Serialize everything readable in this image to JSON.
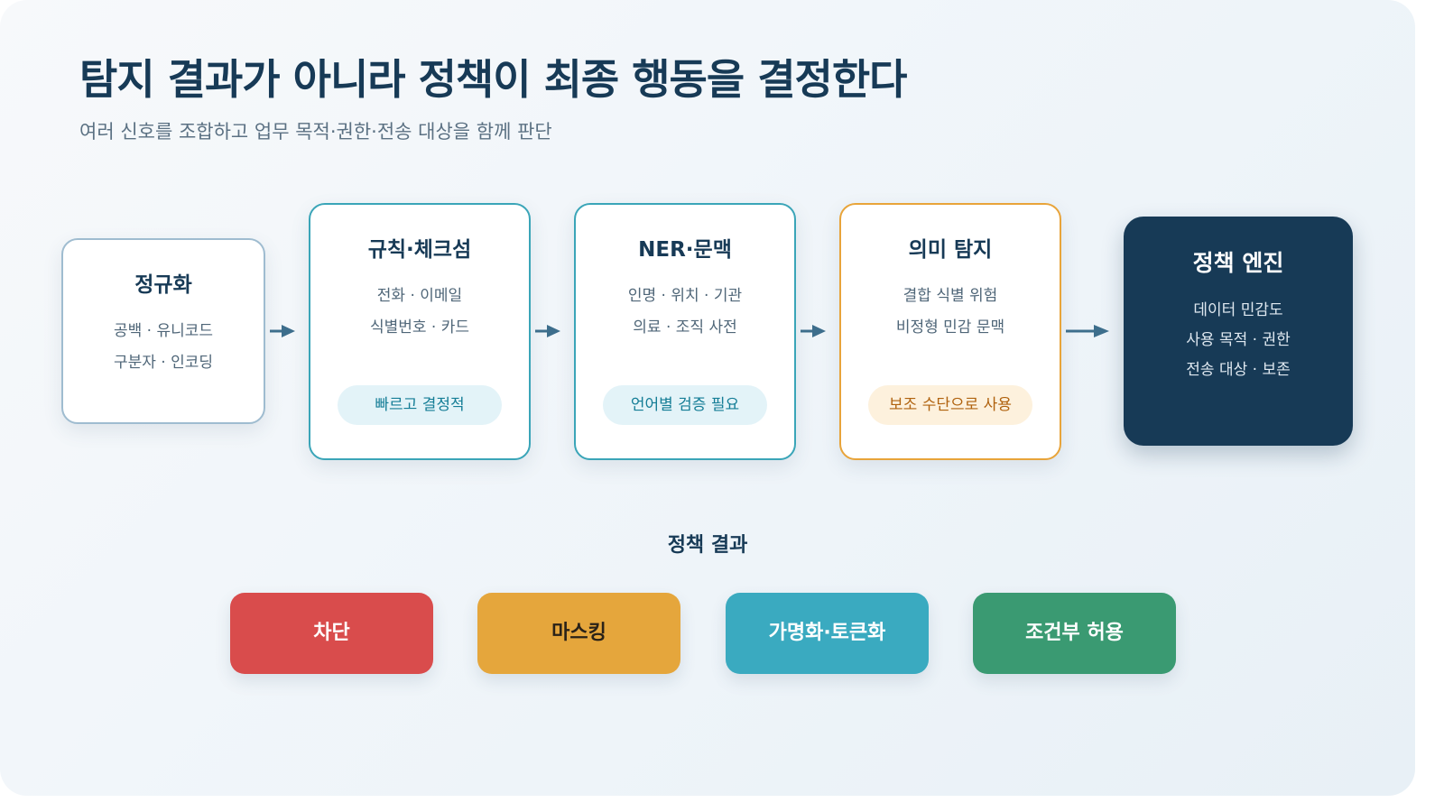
{
  "header": {
    "title": "탐지 결과가 아니라 정책이 최종 행동을 결정한다",
    "subtitle": "여러 신호를 조합하고 업무 목적·권한·전송 대상을 함께 판단"
  },
  "stages": [
    {
      "title": "정규화",
      "lines": [
        "공백 · 유니코드",
        "구분자 · 인코딩"
      ]
    },
    {
      "title": "규칙·체크섬",
      "lines": [
        "전화 · 이메일",
        "식별번호 · 카드"
      ],
      "badge": "빠르고 결정적"
    },
    {
      "title": "NER·문맥",
      "lines": [
        "인명 · 위치 · 기관",
        "의료 · 조직 사전"
      ],
      "badge": "언어별 검증 필요"
    },
    {
      "title": "의미 탐지",
      "lines": [
        "결합 식별 위험",
        "비정형 민감 문맥"
      ],
      "badge": "보조 수단으로 사용"
    },
    {
      "title": "정책 엔진",
      "lines": [
        "데이터 민감도",
        "사용 목적 · 권한",
        "전송 대상 · 보존"
      ]
    }
  ],
  "outcomes": {
    "heading": "정책 결과",
    "items": [
      "차단",
      "마스킹",
      "가명화·토큰화",
      "조건부 허용"
    ]
  },
  "colors": {
    "navy": "#173a56",
    "teal_border": "#3aa5b8",
    "orange_border": "#e8a43a",
    "arrow": "#3d6e8c",
    "block": "#d94c4c",
    "mask": "#e5a63c",
    "pseudonymize": "#3aaac0",
    "allow": "#3a9a72"
  }
}
